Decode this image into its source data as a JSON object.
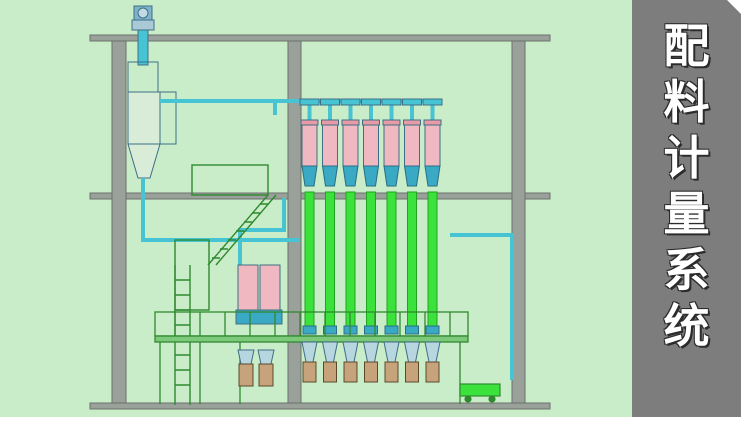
{
  "title": {
    "chars": [
      "配",
      "料",
      "计",
      "量",
      "系",
      "统"
    ]
  },
  "diagram": {
    "bin_count": 7,
    "colors": {
      "background": "#c9ecc9",
      "building": "#9aa09a",
      "pipe": "#46c4d4",
      "bin": "#f0b8c0",
      "hopper": "#39a9c4",
      "feeder": "#3ce23c",
      "platform": "#7cc97c",
      "panel": "#7d7d7d"
    }
  }
}
